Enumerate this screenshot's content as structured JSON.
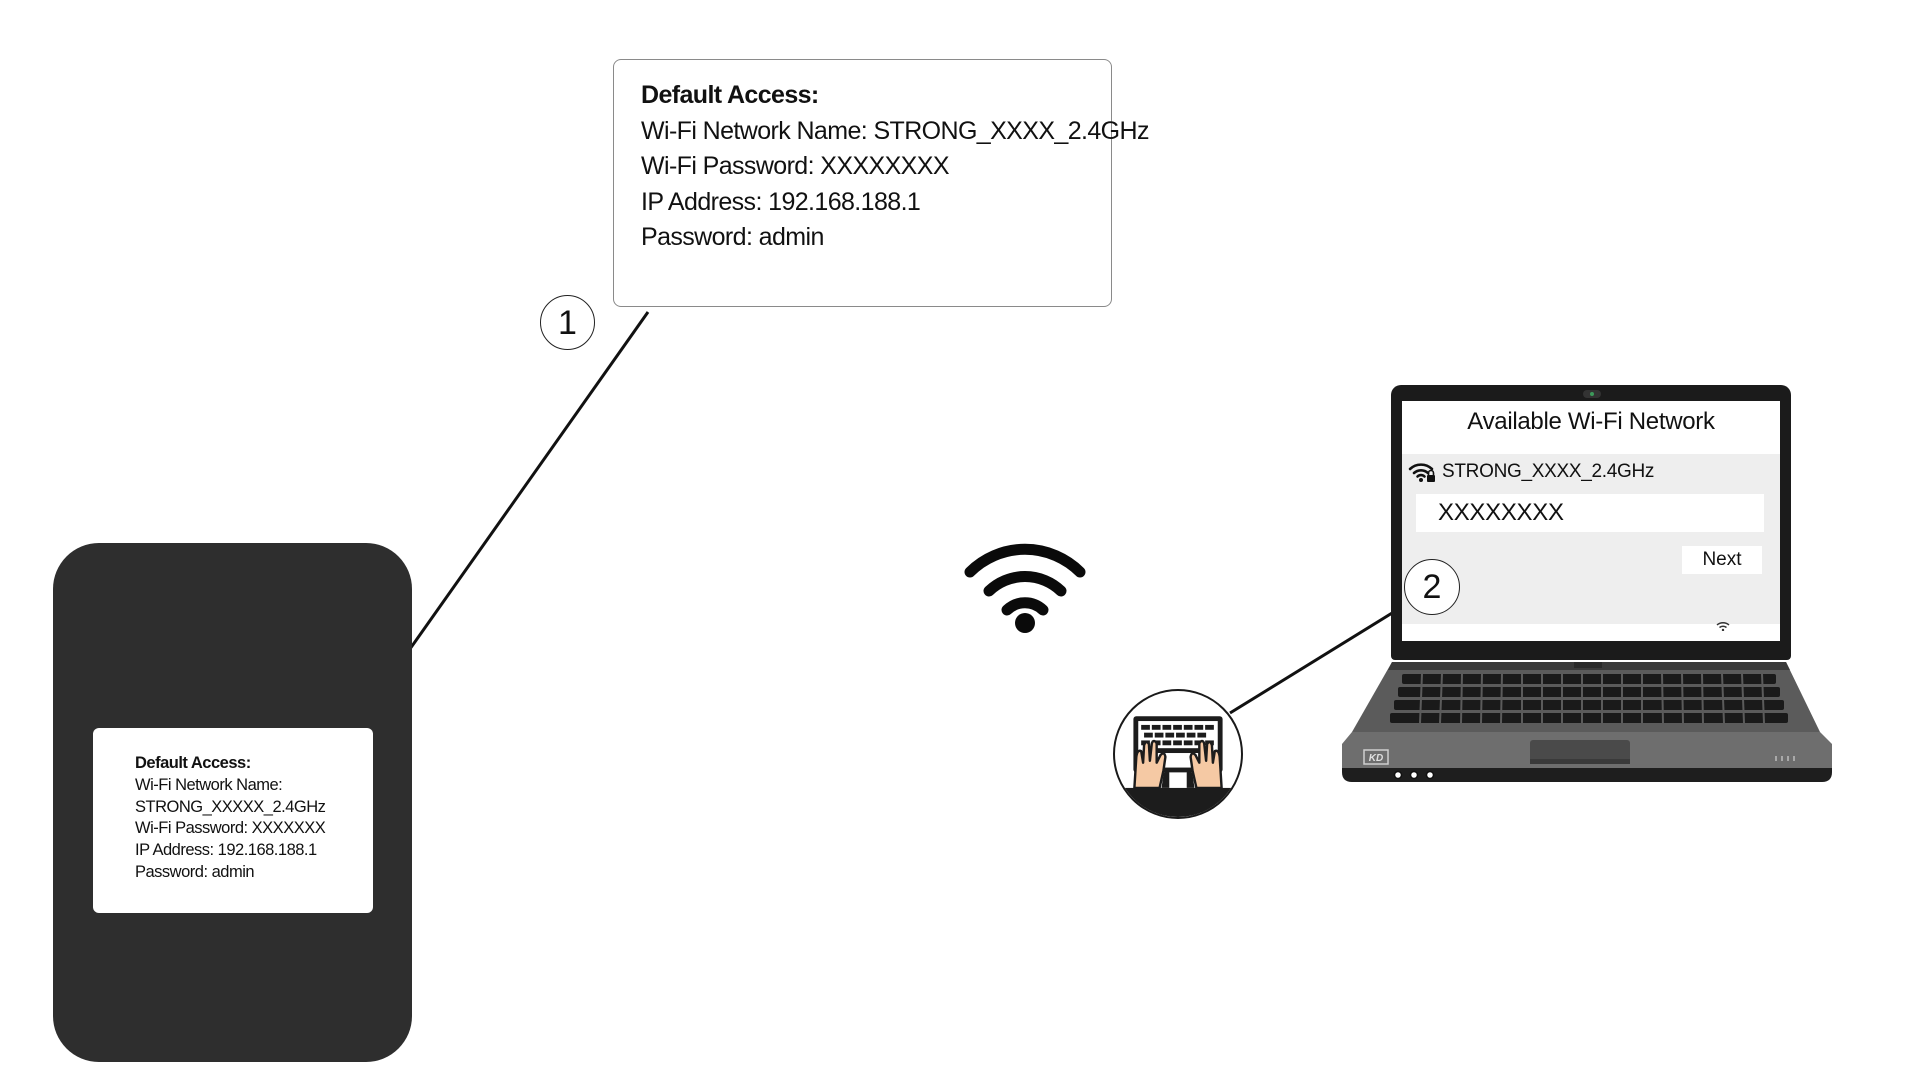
{
  "callout": {
    "heading": "Default Access:",
    "lines": [
      "Wi-Fi Network Name: STRONG_XXXX_2.4GHz",
      "Wi-Fi Password: XXXXXXXX",
      "IP Address: 192.168.188.1",
      "Password: admin"
    ]
  },
  "steps": [
    "1",
    "2"
  ],
  "router_label": {
    "heading": "Default Access:",
    "lines": [
      "Wi-Fi Network Name:",
      "STRONG_XXXXX_2.4GHz",
      "Wi-Fi Password: XXXXXXX",
      "IP Address: 192.168.188.1",
      "Password: admin"
    ]
  },
  "laptop": {
    "brand": "KD",
    "screen": {
      "title": "Available Wi-Fi Network",
      "network_name": "STRONG_XXXX_2.4GHz",
      "password_value": "XXXXXXXX",
      "next_label": "Next"
    }
  },
  "icons": {
    "wifi": "wifi-icon",
    "secure_wifi": "wifi-lock-icon",
    "keyboard": "typing-hands-icon"
  },
  "colors": {
    "router_body": "#2e2e2e",
    "laptop_lid": "#1b1b1b",
    "screen_panel": "#eeeeee",
    "skin": "#f5c9a4"
  }
}
